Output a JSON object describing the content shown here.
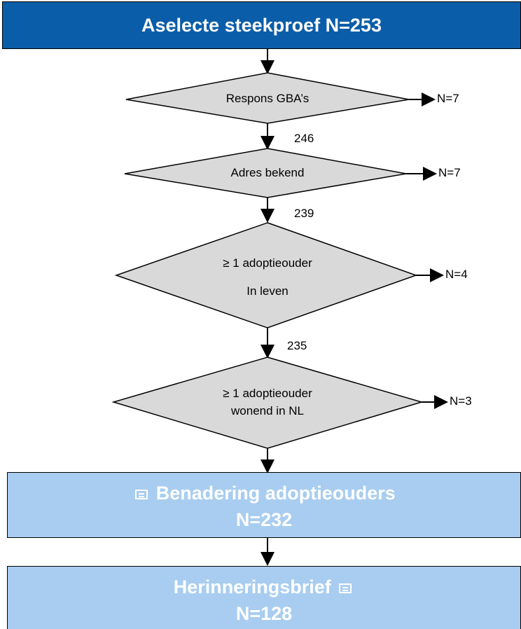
{
  "colors": {
    "header_fill": "#0a5da8",
    "box_fill": "#a8cdf0",
    "diamond_fill": "#d9d9d9",
    "stroke": "#000000"
  },
  "header": {
    "title": "Aselecte steekproef N=253"
  },
  "steps": [
    {
      "lines": [
        "Respons GBA’s"
      ],
      "excluded": "N=7",
      "remaining": "246"
    },
    {
      "lines": [
        "Adres bekend"
      ],
      "excluded": "N=7",
      "remaining": "239"
    },
    {
      "lines": [
        "≥ 1 adoptieouder",
        "In leven"
      ],
      "excluded": "N=4",
      "remaining": "235"
    },
    {
      "lines": [
        "≥ 1 adoptieouder",
        "wonend in NL"
      ],
      "excluded": "N=3"
    }
  ],
  "approach_box": {
    "title": "Benadering adoptieouders",
    "count": "N=232",
    "icon": "mail-icon"
  },
  "reminder_box": {
    "title": "Herinneringsbrief",
    "count": "N=128",
    "icon": "mail-icon"
  }
}
